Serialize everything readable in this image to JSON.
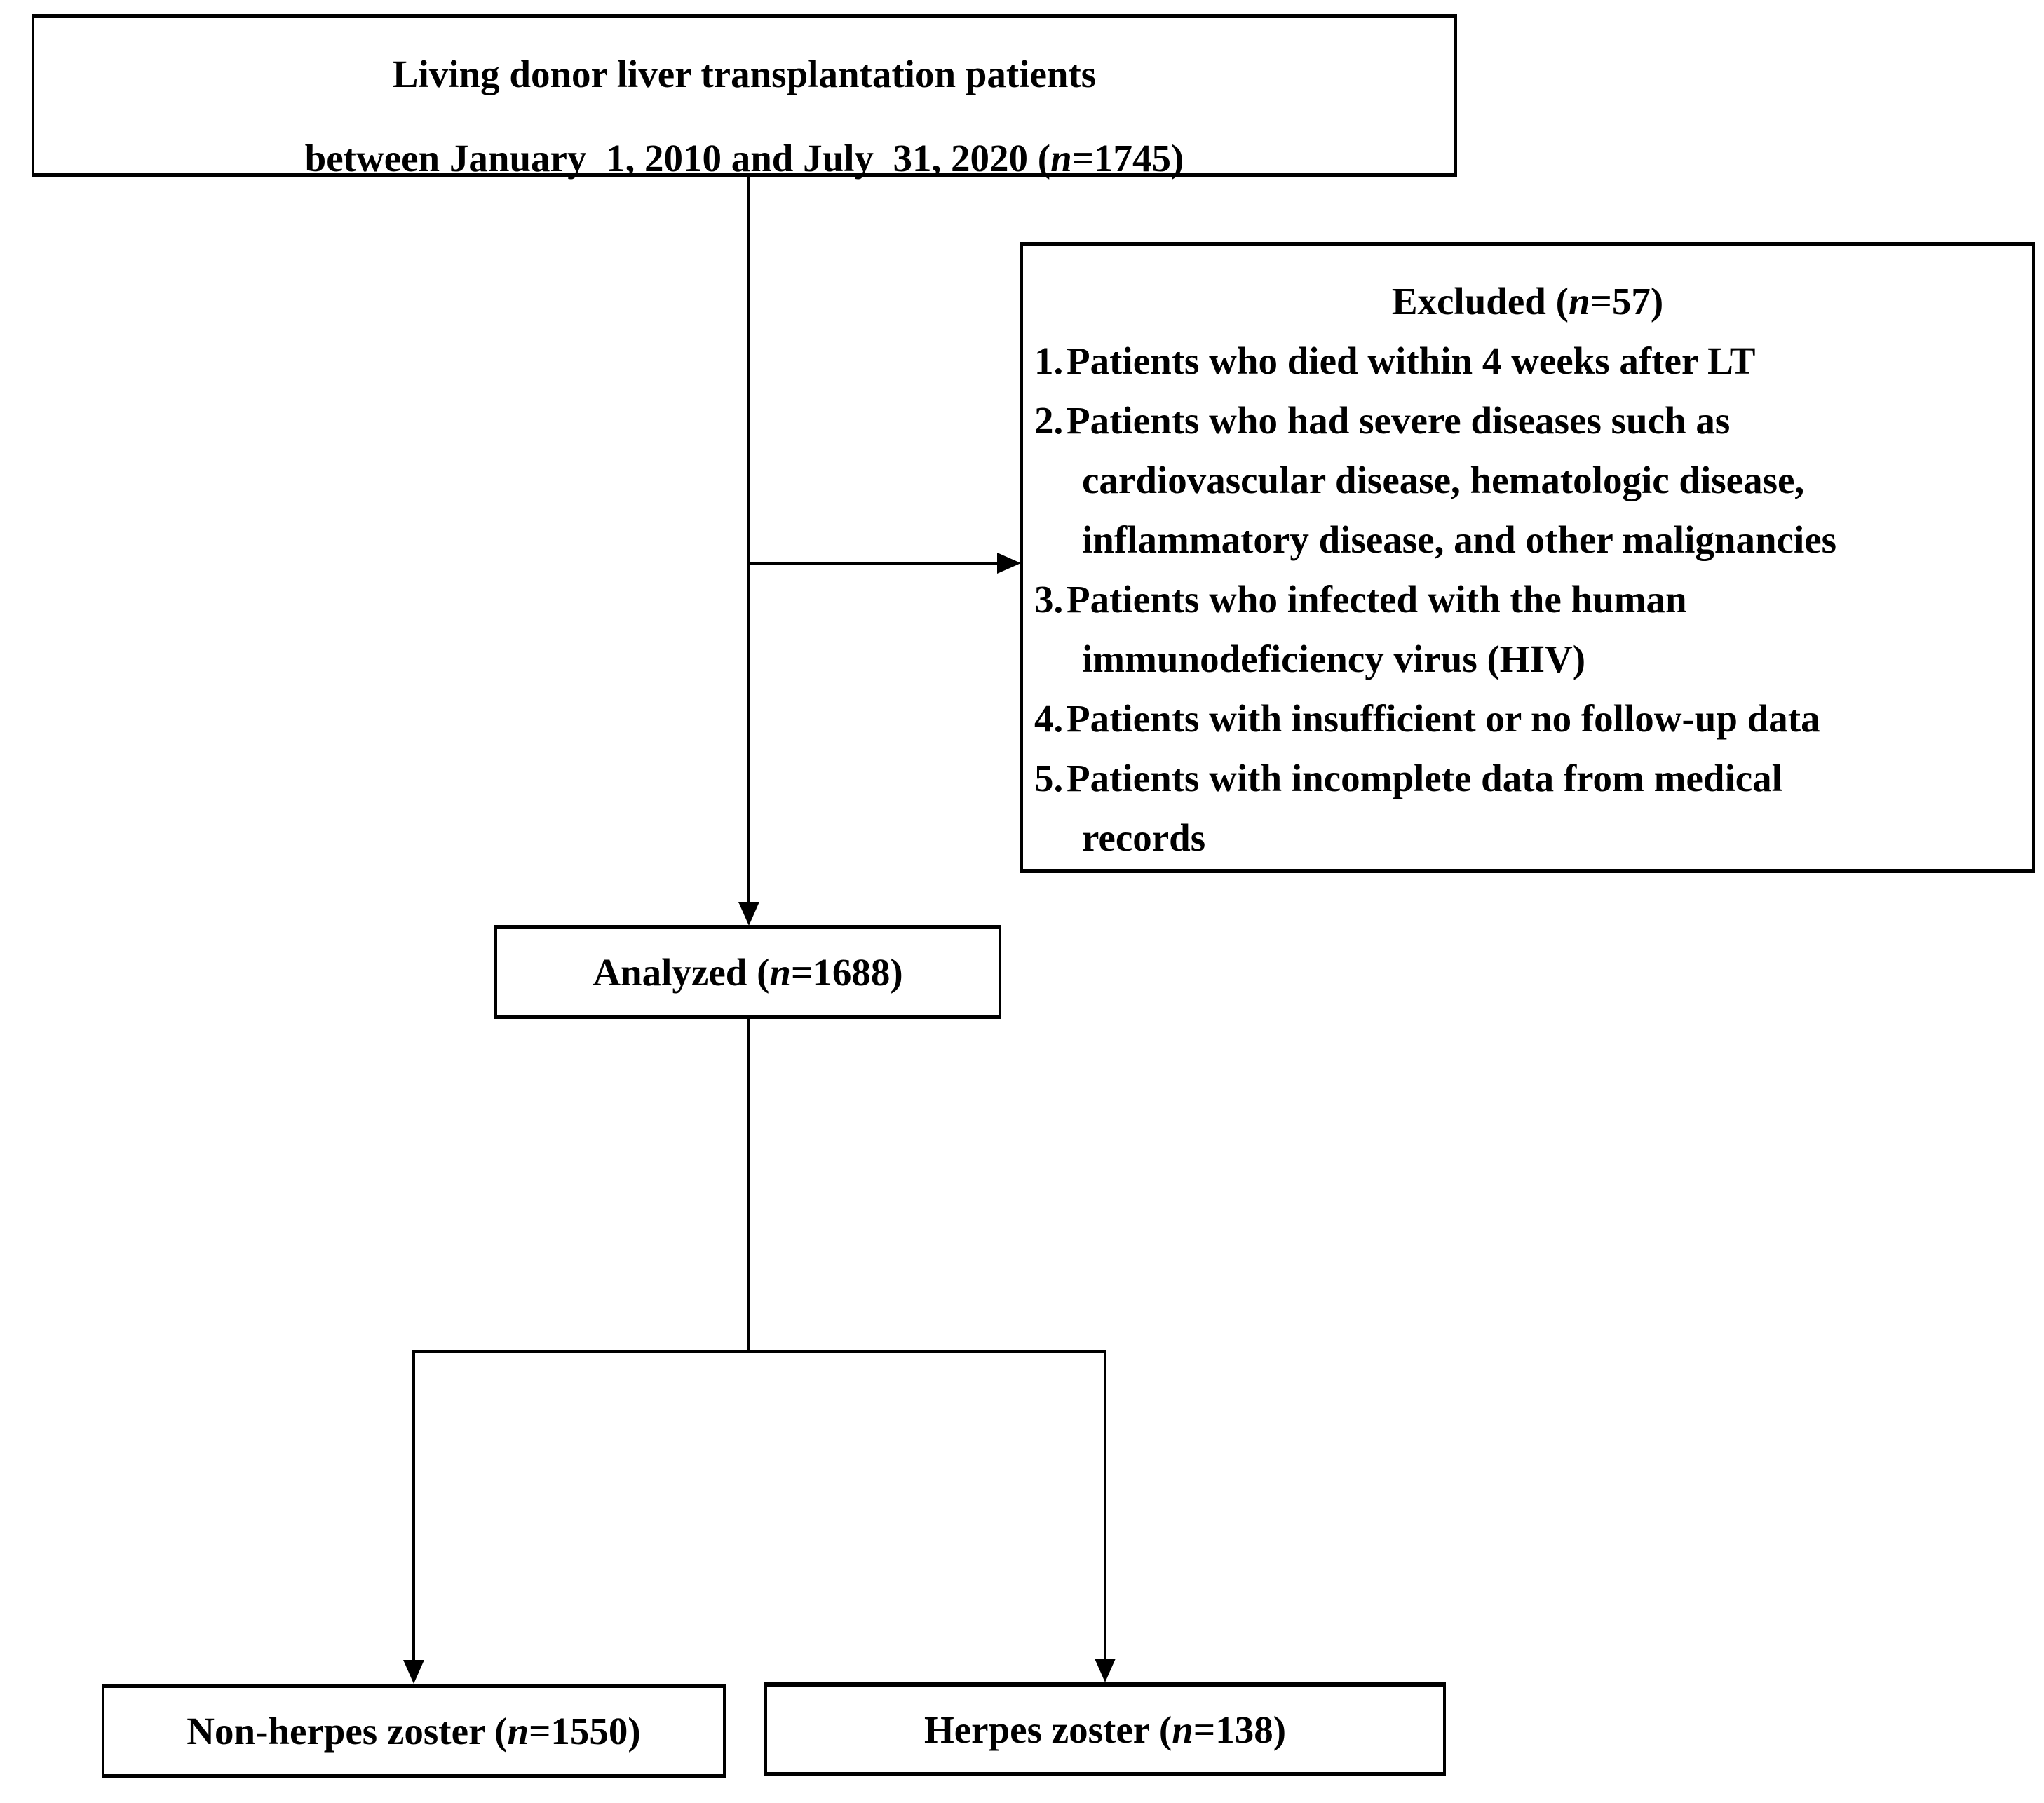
{
  "figure": {
    "kind": "study-flow-diagram",
    "colors": {
      "line": "#000000",
      "background": "#ffffff",
      "text": "#000000"
    }
  },
  "boxes": {
    "source": {
      "line1": "Living donor liver transplantation patients",
      "line2_prefix": "between January  1, 2010 and July  31, 2020 (",
      "line2_n": "n",
      "line2_suffix": "=1745)"
    },
    "excluded": {
      "title_prefix": "Excluded (",
      "title_n": "n",
      "title_suffix": "=57)",
      "items": [
        {
          "num": "1.",
          "lines": [
            "Patients who died within 4 weeks after LT"
          ]
        },
        {
          "num": "2.",
          "lines": [
            "Patients who had severe diseases such as",
            "cardiovascular disease, hematologic disease,",
            "inflammatory disease, and other malignancies"
          ]
        },
        {
          "num": "3.",
          "lines": [
            "Patients who infected with the human",
            "immunodeficiency virus (HIV)"
          ]
        },
        {
          "num": "4.",
          "lines": [
            "Patients with insufficient or no follow-up data"
          ]
        },
        {
          "num": "5.",
          "lines": [
            "Patients with incomplete data from medical",
            "records"
          ]
        }
      ]
    },
    "analyzed": {
      "prefix": "Analyzed (",
      "n": "n",
      "suffix": "=1688)"
    },
    "non_herpes": {
      "prefix": "Non-herpes zoster (",
      "n": "n",
      "suffix": "=1550)"
    },
    "herpes": {
      "prefix": "Herpes zoster (",
      "n": "n",
      "suffix": "=138)"
    }
  }
}
